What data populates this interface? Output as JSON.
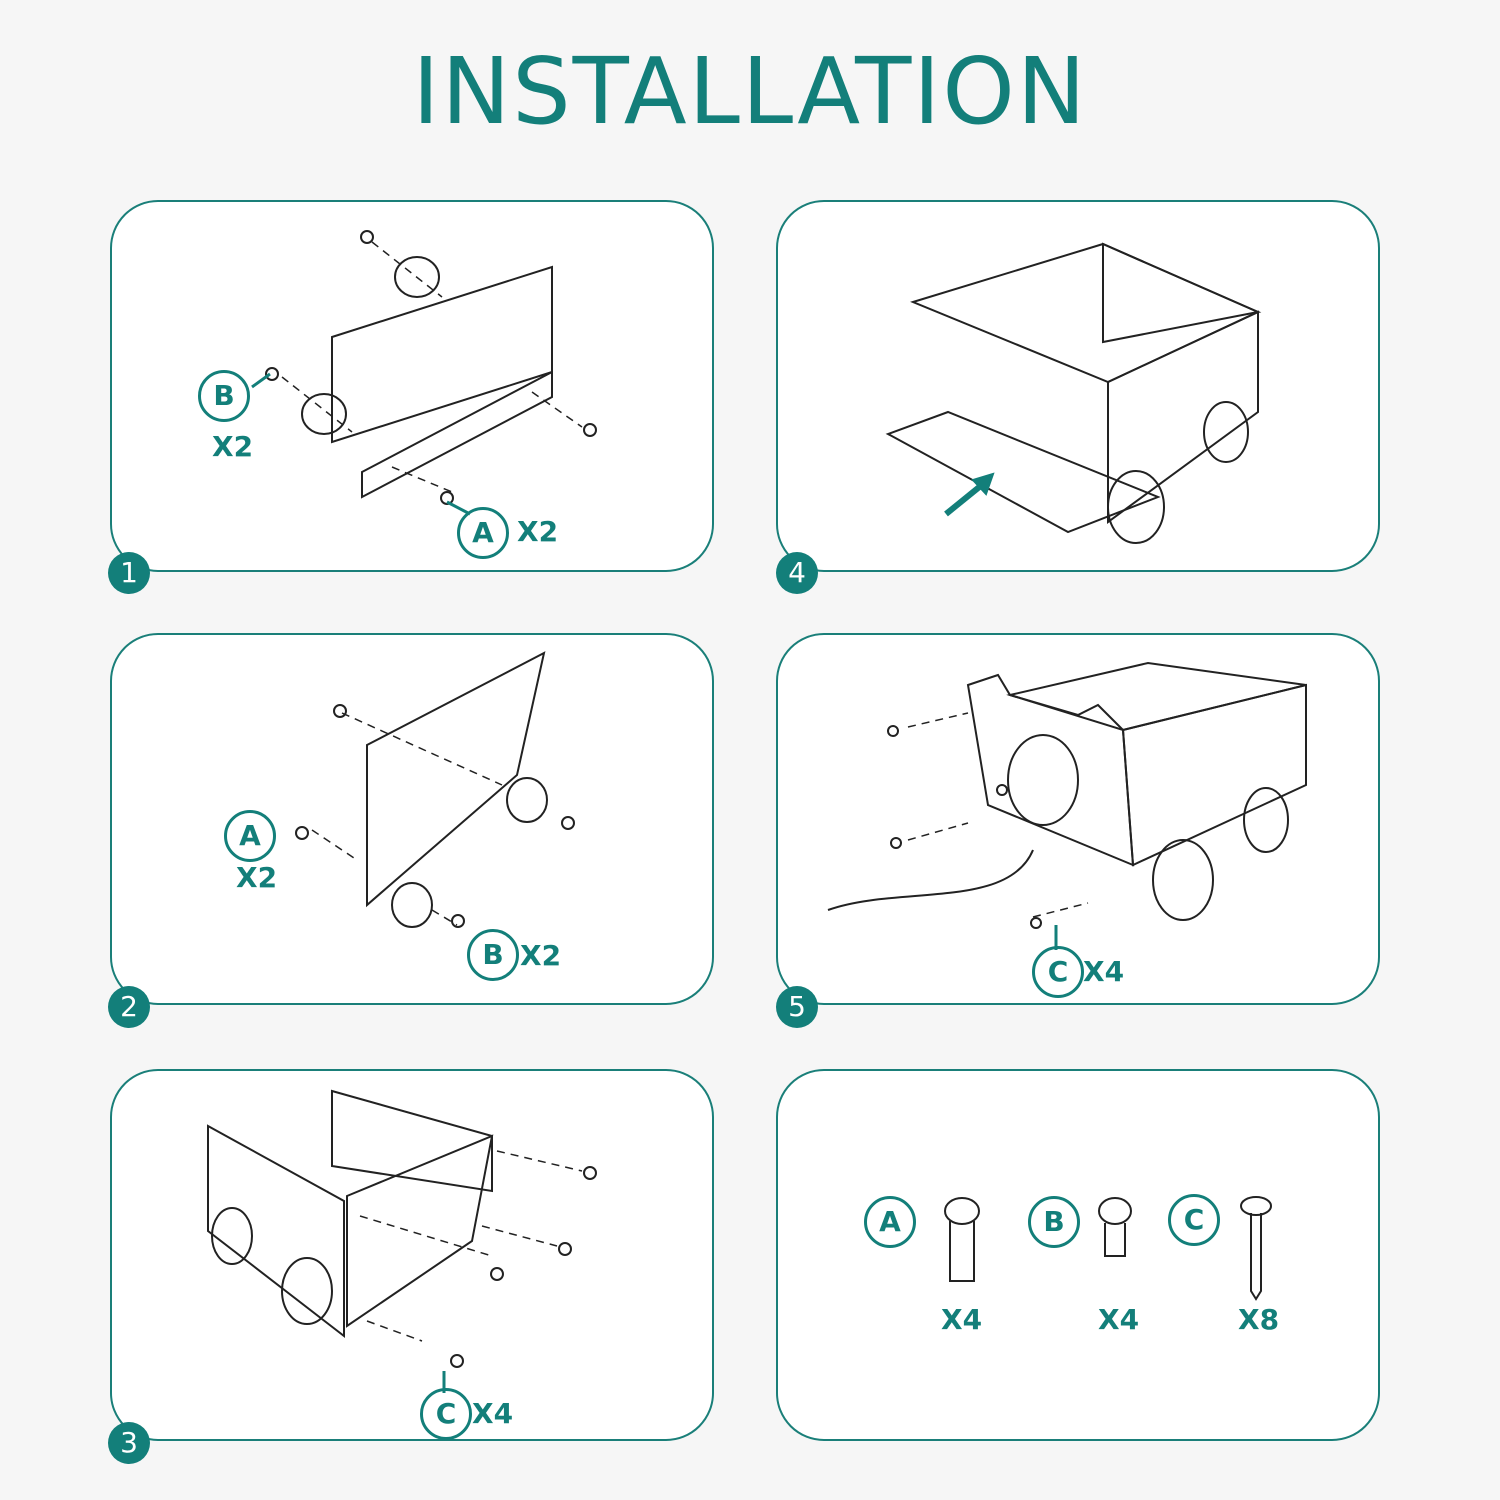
{
  "title": "INSTALLATION",
  "steps": [
    {
      "number": "1",
      "labels": [
        {
          "letter": "B",
          "qty": "X2"
        },
        {
          "letter": "A",
          "qty": "X2"
        }
      ]
    },
    {
      "number": "2",
      "labels": [
        {
          "letter": "A",
          "qty": "X2"
        },
        {
          "letter": "B",
          "qty": "X2"
        }
      ]
    },
    {
      "number": "3",
      "labels": [
        {
          "letter": "C",
          "qty": "X4"
        }
      ]
    },
    {
      "number": "4",
      "labels": []
    },
    {
      "number": "5",
      "labels": [
        {
          "letter": "C",
          "qty": "X4"
        }
      ]
    }
  ],
  "parts": [
    {
      "letter": "A",
      "qty": "X4",
      "type": "cam-bolt"
    },
    {
      "letter": "B",
      "qty": "X4",
      "type": "machine-screw"
    },
    {
      "letter": "C",
      "qty": "X8",
      "type": "wood-screw"
    }
  ],
  "colors": {
    "accent": "#137f7a",
    "background": "#f6f6f6",
    "panel": "#ffffff"
  }
}
